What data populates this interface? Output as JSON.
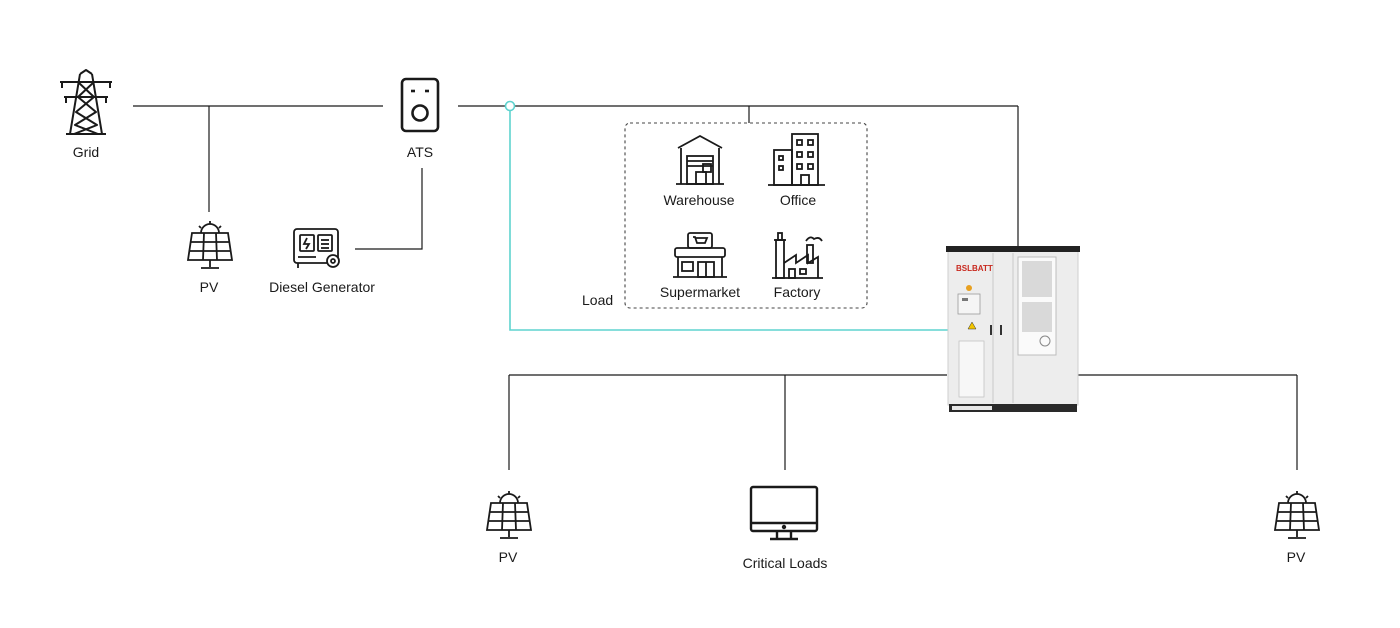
{
  "nodes": {
    "grid": "Grid",
    "ats": "ATS",
    "pv_top": "PV",
    "diesel_generator": "Diesel Generator",
    "warehouse": "Warehouse",
    "office": "Office",
    "supermarket": "Supermarket",
    "factory": "Factory",
    "load_group": "Load",
    "pv_bottom_left": "PV",
    "critical_loads": "Critical Loads",
    "pv_bottom_right": "PV"
  },
  "cabinet": {
    "brand": "BSLBATT"
  },
  "colors": {
    "line": "#1a1a1a",
    "accent_line": "#5fd3cf",
    "brand": "#c8281e",
    "cabinet_body": "#ededed"
  },
  "icons": [
    "transmission-tower-icon",
    "ats-switch-icon",
    "solar-panel-icon",
    "diesel-generator-icon",
    "warehouse-icon",
    "office-building-icon",
    "supermarket-icon",
    "factory-icon",
    "monitor-icon"
  ]
}
